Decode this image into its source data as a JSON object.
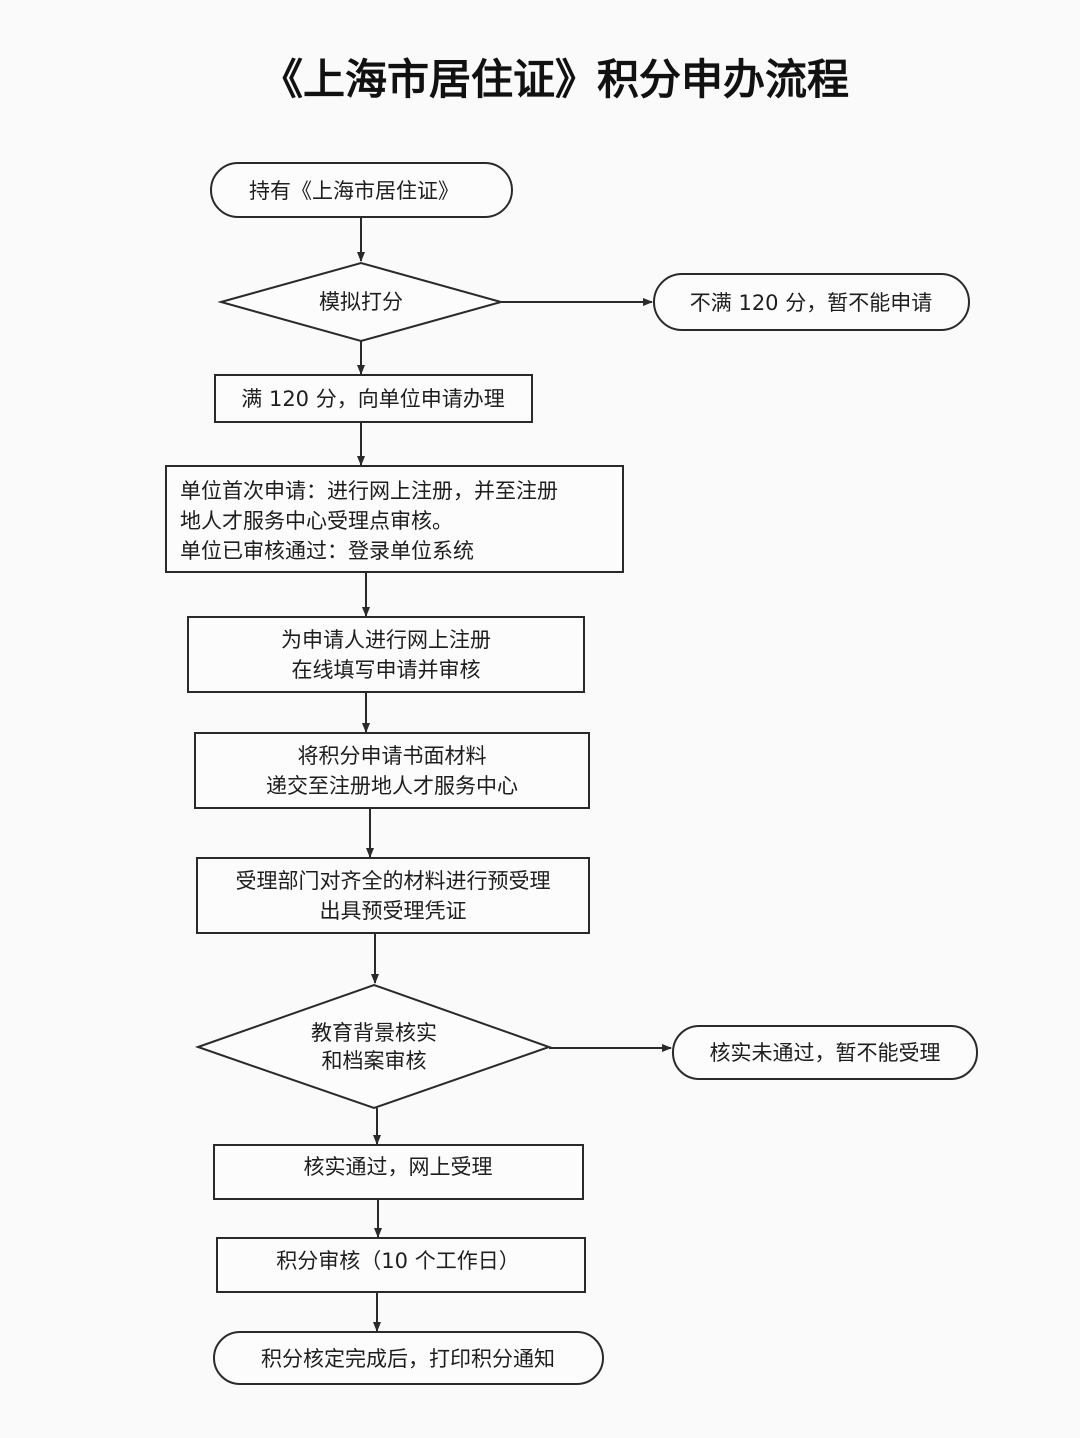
{
  "title": "《上海市居住证》积分申办流程",
  "nodes": {
    "start": "持有《上海市居住证》",
    "simulate": "模拟打分",
    "reject_score": "不满 120 分，暂不能申请",
    "apply_unit": "满 120 分，向单位申请办理",
    "unit_register": [
      "单位首次申请：进行网上注册，并至注册",
      "地人才服务中心受理点审核。",
      "单位已审核通过：登录单位系统"
    ],
    "online_register": [
      "为申请人进行网上注册",
      "在线填写申请并审核"
    ],
    "submit_materials": [
      "将积分申请书面材料",
      "递交至注册地人才服务中心"
    ],
    "pre_accept": [
      "受理部门对齐全的材料进行预受理",
      "出具预受理凭证"
    ],
    "verify": [
      "教育背景核实",
      "和档案审核"
    ],
    "reject_verify": "核实未通过，暂不能受理",
    "online_accept": "核实通过，网上受理",
    "score_review": "积分审核（10 个工作日）",
    "end": "积分核定完成后，打印积分通知"
  }
}
